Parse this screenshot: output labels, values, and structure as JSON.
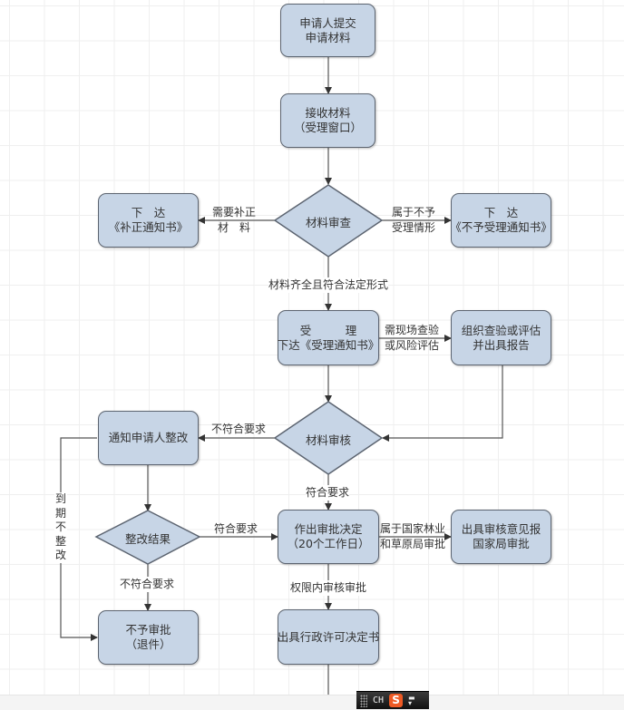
{
  "diagram": {
    "nodes": {
      "submit": {
        "lines": [
          "申请人提交",
          "申请材料"
        ]
      },
      "receive": {
        "lines": [
          "接收材料",
          "（受理窗口）"
        ]
      },
      "review_materials": {
        "label": "材料审查"
      },
      "supplement_notice": {
        "lines": [
          "下　达",
          "《补正通知书》"
        ]
      },
      "reject_notice": {
        "lines": [
          "下　达",
          "《不予受理通知书》"
        ]
      },
      "accept": {
        "lines": [
          "受　　　理",
          "下达《受理通知书》"
        ]
      },
      "inspection": {
        "lines": [
          "组织查验或评估",
          "并出具报告"
        ]
      },
      "audit_materials": {
        "label": "材料审核"
      },
      "notify_rectify": {
        "lines": [
          "通知申请人整改"
        ]
      },
      "rectify_result": {
        "label": "整改结果"
      },
      "decision": {
        "lines": [
          "作出审批决定",
          "（20个工作日）"
        ]
      },
      "national_report": {
        "lines": [
          "出具审核意见报",
          "国家局审批"
        ]
      },
      "deny": {
        "lines": [
          "不予审批",
          "（退件）"
        ]
      },
      "permit": {
        "lines": [
          "出具行政许可决定书"
        ]
      }
    },
    "edges": {
      "need_supplement": "需要补正\n材　料",
      "not_acceptable": "属于不予\n受理情形",
      "complete": "材料齐全且符合法定形式",
      "need_inspection": "需现场查验\n或风险评估",
      "audit_fail": "不符合要求",
      "audit_pass": "符合要求",
      "rectify_pass": "符合要求",
      "rectify_fail": "不符合要求",
      "overdue": [
        "到",
        "期",
        "不",
        "整",
        "改"
      ],
      "national_scope": "属于国家林业\n和草原局审批",
      "within_authority": "权限内审核审批"
    }
  },
  "taskbar": {
    "ime_language": "CH",
    "ime_logo": "S"
  }
}
